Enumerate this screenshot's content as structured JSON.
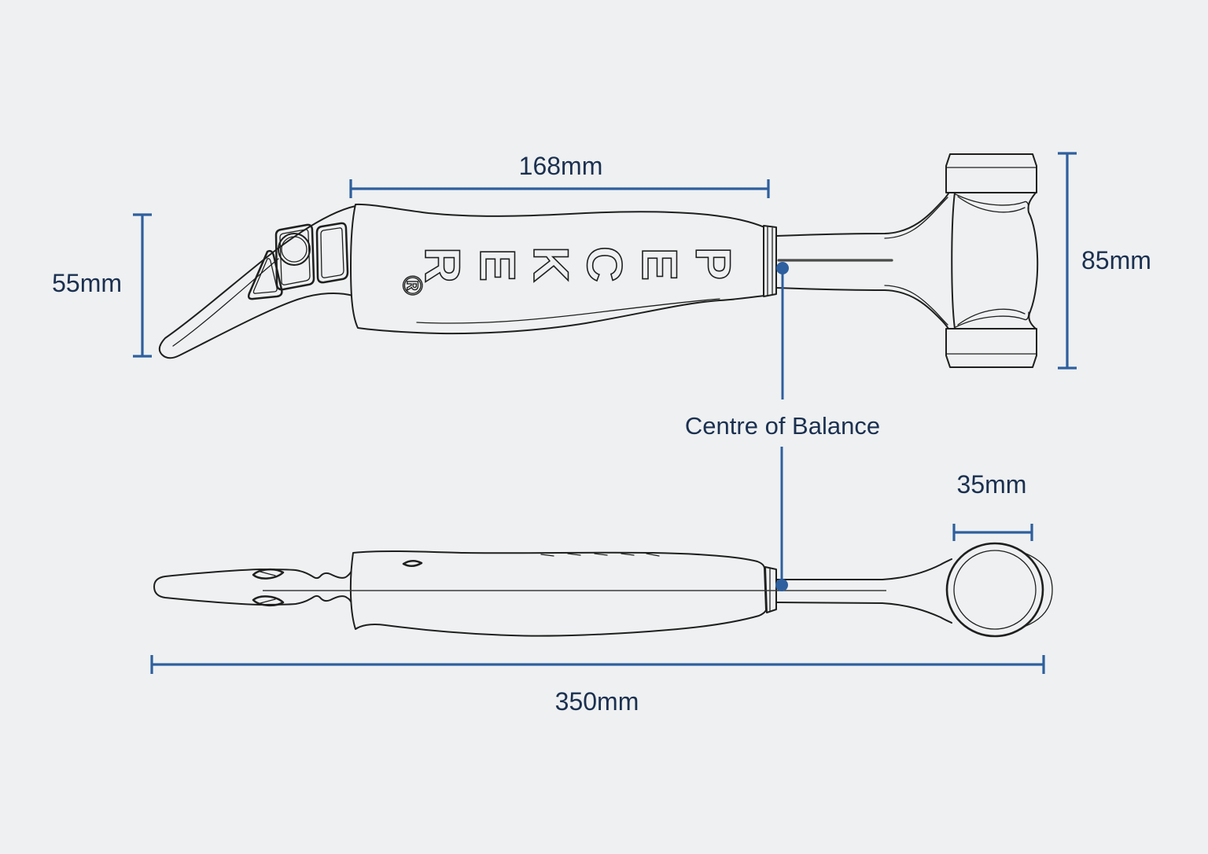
{
  "colors": {
    "background": "#eef0f1",
    "outline": "#1f1f1f",
    "dimension_line": "#2e5f9e",
    "dimension_text": "#1b3050",
    "slot": "#4a4a4a"
  },
  "brand": {
    "name": "PECKER",
    "display_letters": [
      "R",
      "E",
      "K",
      "C",
      "E",
      "P"
    ],
    "registered_mark": "®"
  },
  "dimensions": {
    "handle_length": "168mm",
    "pick_height": "55mm",
    "head_height": "85mm",
    "face_diameter": "35mm",
    "overall_length": "350mm"
  },
  "annotations": {
    "centre_of_balance": "Centre of Balance"
  }
}
